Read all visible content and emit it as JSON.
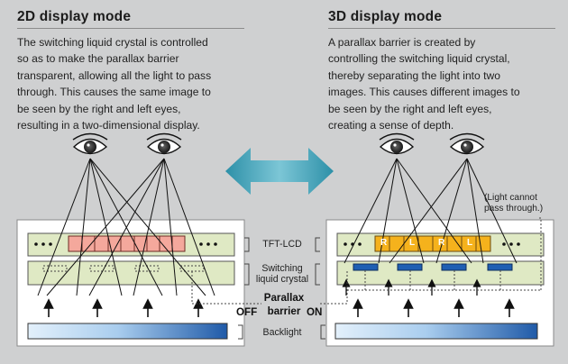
{
  "left": {
    "heading": "2D display mode",
    "lines": [
      "The switching liquid crystal is controlled",
      "so as to make the parallax barrier",
      "transparent, allowing all the light to pass",
      "through. This causes the same image to",
      "be seen by the right and left eyes,",
      "resulting in a two-dimensional display."
    ]
  },
  "right": {
    "heading": "3D display mode",
    "lines": [
      "A parallax barrier is created by",
      "controlling the switching liquid crystal,",
      "thereby separating the light into two",
      "images. This causes different images to",
      "be seen by the right and left eyes,",
      "creating a sense of depth."
    ]
  },
  "labels": {
    "tft": "TFT-LCD",
    "switching_1": "Switching",
    "switching_2": "liquid crystal",
    "parallax_1": "Parallax",
    "parallax_2": "barrier",
    "off": "OFF",
    "on": "ON",
    "backlight": "Backlight",
    "light_cannot_1": "(Light cannot",
    "light_cannot_2": "pass through.)",
    "pixel_r": "R",
    "pixel_l": "L",
    "dots": "•••"
  },
  "colors": {
    "background": "#cfd0d1",
    "pixel_2d": "#f4a89c",
    "pixel_3d": "#f5b21c",
    "layer_green": "#dfe9c4",
    "barrier_blue": "#1f5fb3",
    "arrow": "#3fa0b6"
  }
}
